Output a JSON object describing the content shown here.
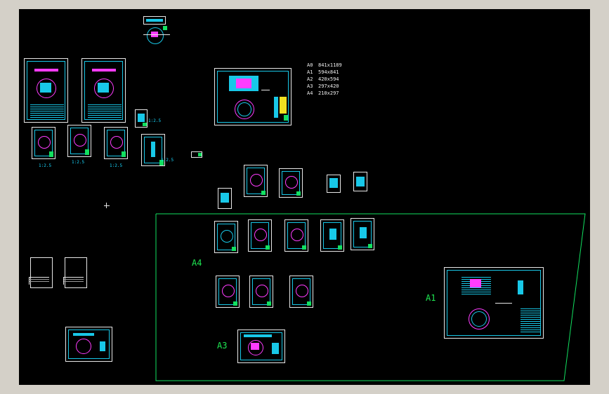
{
  "viewport": {
    "background": "#000000",
    "frame": "#d4d0c8"
  },
  "colors": {
    "zone_border": "#12e060",
    "label": "#1ee852",
    "drawing_cyan": "#18c8e8",
    "drawing_magenta": "#ff3cff",
    "sheet_border": "#e8e8e8"
  },
  "legend": [
    {
      "size": "A0",
      "dims": "841x1189"
    },
    {
      "size": "A1",
      "dims": "594x841"
    },
    {
      "size": "A2",
      "dims": "420x594"
    },
    {
      "size": "A3",
      "dims": "297x420"
    },
    {
      "size": "A4",
      "dims": "210x297"
    }
  ],
  "zone_labels": {
    "a4": "A4",
    "a3": "A3",
    "a1": "A1"
  },
  "scales": {
    "s1": "1:2.5",
    "s2": "1:2.5",
    "s3": "1:2.5",
    "s4": "1:2.5",
    "s5": "1:2.5"
  }
}
